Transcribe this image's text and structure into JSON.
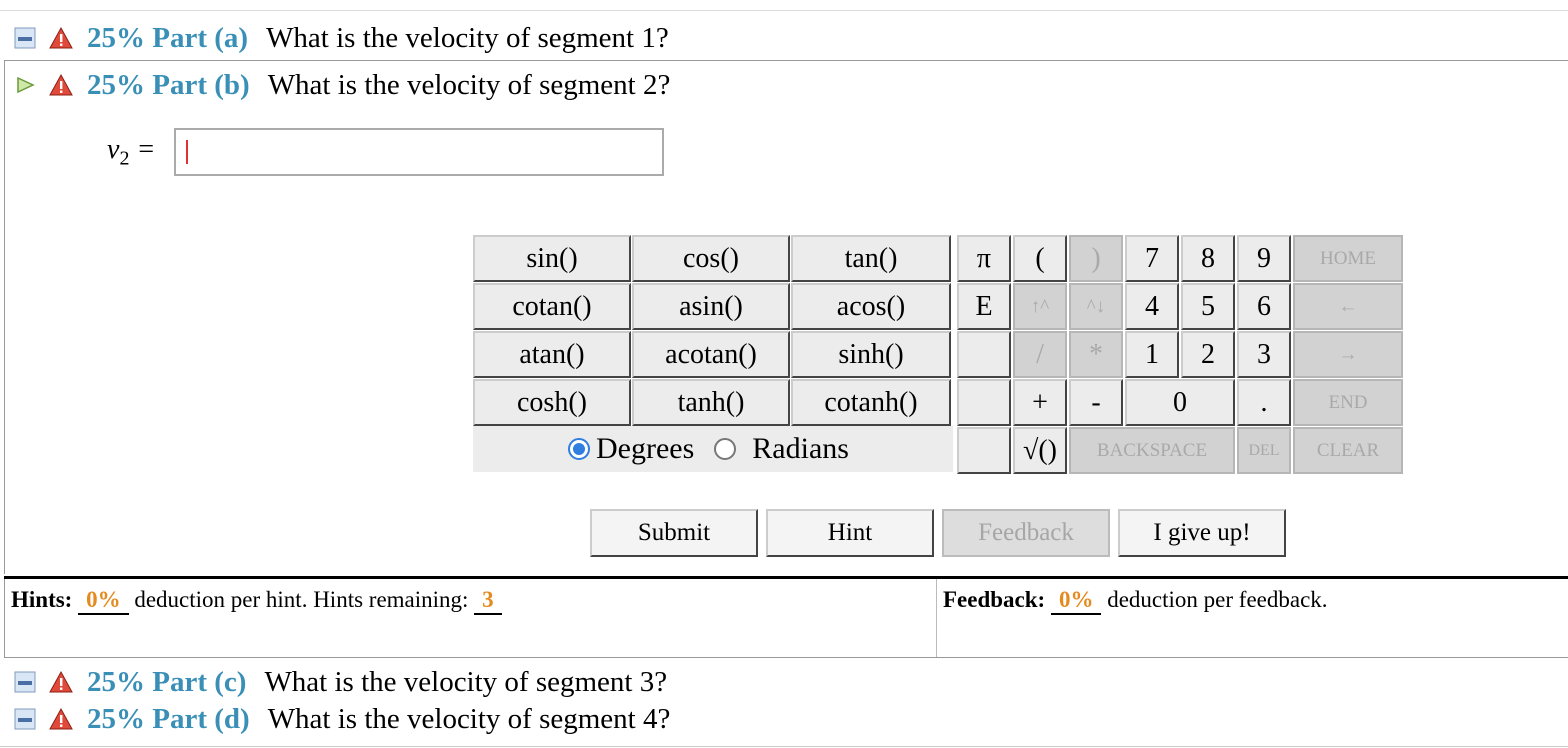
{
  "parts": [
    {
      "percent": "25%",
      "label": "Part (a)",
      "question": "What is the velocity of segment 1?"
    },
    {
      "percent": "25%",
      "label": "Part (b)",
      "question": "What is the velocity of segment 2?"
    },
    {
      "percent": "25%",
      "label": "Part (c)",
      "question": "What is the velocity of segment 3?"
    },
    {
      "percent": "25%",
      "label": "Part (d)",
      "question": "What is the velocity of segment 4?"
    }
  ],
  "answer": {
    "var": "v",
    "sub": "2",
    "eq": "=",
    "value": ""
  },
  "keypad": {
    "fn": [
      "sin()",
      "cos()",
      "tan()",
      "cotan()",
      "asin()",
      "acos()",
      "atan()",
      "acotan()",
      "sinh()",
      "cosh()",
      "tanh()",
      "cotanh()"
    ],
    "pi": "π",
    "e": "E",
    "lparen": "(",
    "rparen": ")",
    "up": "↑^",
    "down": "^↓",
    "slash": "/",
    "star": "*",
    "plus": "+",
    "minus": "-",
    "sqrt": "√()",
    "digits": [
      "7",
      "8",
      "9",
      "4",
      "5",
      "6",
      "1",
      "2",
      "3",
      "0"
    ],
    "dot": ".",
    "home": "HOME",
    "left": "←",
    "right": "→",
    "end": "END",
    "backspace": "BACKSPACE",
    "del": "DEL",
    "clear": "CLEAR"
  },
  "angle": {
    "degrees": "Degrees",
    "radians": "Radians",
    "selected": "Degrees"
  },
  "buttons": {
    "submit": "Submit",
    "hint": "Hint",
    "feedback": "Feedback",
    "giveup": "I give up!"
  },
  "hints": {
    "label": "Hints:",
    "pct": "0%",
    "text": "deduction per hint. Hints remaining:",
    "remaining": "3"
  },
  "feedback": {
    "label": "Feedback:",
    "pct": "0%",
    "text": "deduction per feedback."
  },
  "colors": {
    "accent": "#3a8fb7",
    "orange": "#e58a1f",
    "radio": "#2f7ee0"
  }
}
